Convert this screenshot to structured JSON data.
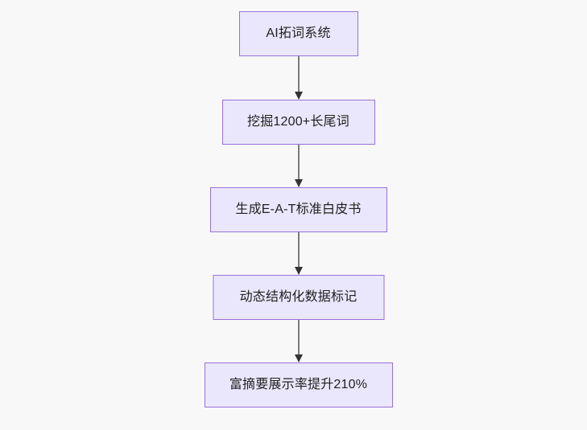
{
  "diagram": {
    "type": "flowchart",
    "direction": "top-to-bottom",
    "background_color": "#f8f8f8",
    "node_fill_color": "#eae7fc",
    "node_border_color": "#9771d8",
    "node_text_color": "#1f2020",
    "edge_color": "#7c7c7c",
    "arrowhead_color": "#333333",
    "nodes": [
      {
        "id": "node-0",
        "label": "AI拓词系统"
      },
      {
        "id": "node-1",
        "label": "挖掘1200+长尾词"
      },
      {
        "id": "node-2",
        "label": "生成E-A-T标准白皮书"
      },
      {
        "id": "node-3",
        "label": "动态结构化数据标记"
      },
      {
        "id": "node-4",
        "label": "富摘要展示率提升210%"
      }
    ],
    "edges": [
      {
        "id": "edge-0",
        "from": "node-0",
        "to": "node-1",
        "label": ""
      },
      {
        "id": "edge-1",
        "from": "node-1",
        "to": "node-2",
        "label": ""
      },
      {
        "id": "edge-2",
        "from": "node-2",
        "to": "node-3",
        "label": ""
      },
      {
        "id": "edge-3",
        "from": "node-3",
        "to": "node-4",
        "label": ""
      }
    ]
  }
}
